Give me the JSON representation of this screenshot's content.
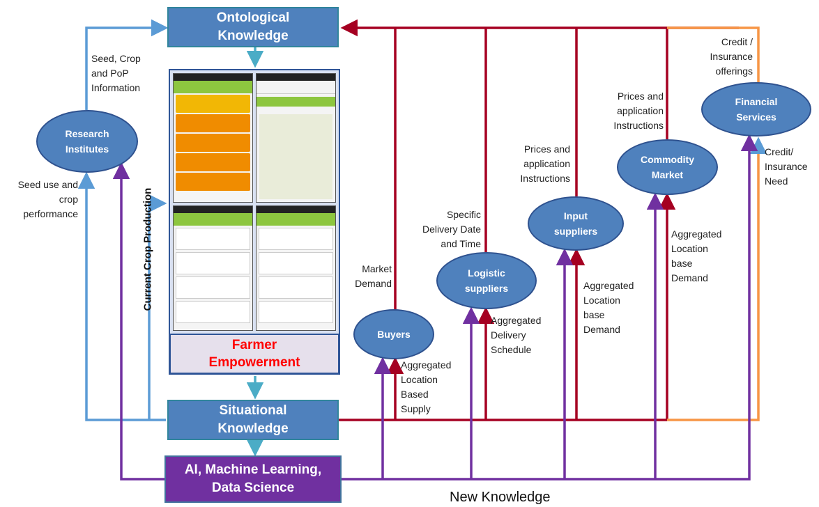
{
  "boxes": {
    "ontological": "Ontological\nKnowledge",
    "situational": "Situational\nKnowledge",
    "ai": "AI, Machine Learning,\nData Science",
    "farmer": "Farmer\nEmpowerment"
  },
  "nodes": {
    "research": "Research\nInstitutes",
    "buyers": "Buyers",
    "logistic": "Logistic\nsuppliers",
    "input": "Input\nsuppliers",
    "commodity": "Commodity\nMarket",
    "financial": "Financial\nServices"
  },
  "labels": {
    "seed_crop": "Seed, Crop\nand PoP\nInformation",
    "seed_use": "Seed use and\ncrop\nperformance",
    "current_crop": "Current Crop Production",
    "market_demand": "Market\nDemand",
    "delivery_date": "Specific\nDelivery Date\nand Time",
    "prices_input": "Prices and\napplication\nInstructions",
    "prices_commodity": "Prices and\napplication\nInstructions",
    "credit_offerings": "Credit /\nInsurance\nofferings",
    "credit_need": "Credit/\nInsurance\nNeed",
    "agg_supply": "Aggregated\nLocation\nBased\nSupply",
    "agg_delivery": "Aggregated\nDelivery\nSchedule",
    "agg_input": "Aggregated\nLocation\nbase\nDemand",
    "agg_commodity": "Aggregated\nLocation\nbase\nDemand",
    "new_knowledge": "New Knowledge"
  },
  "colors": {
    "box_blue": "#4f81bd",
    "arrow_lightblue": "#5b9bd5",
    "arrow_teal": "#4bacc6",
    "arrow_darkred": "#a50021",
    "arrow_purple": "#7030a0",
    "arrow_orange": "#f79646",
    "ai_purple": "#7030a0",
    "farmer_red": "#ff0000"
  }
}
